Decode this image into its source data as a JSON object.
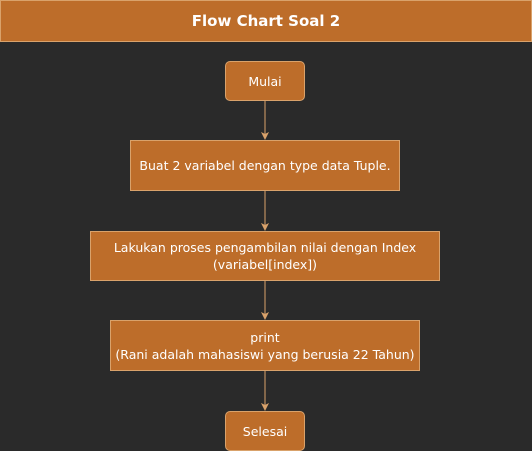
{
  "diagram": {
    "title": "Flow Chart Soal 2",
    "nodes": [
      {
        "id": "start",
        "lines": [
          "Mulai"
        ]
      },
      {
        "id": "step1",
        "lines": [
          "Buat 2 variabel dengan type data Tuple."
        ]
      },
      {
        "id": "step2",
        "lines": [
          "Lakukan proses pengambilan nilai dengan Index",
          "(variabel[index])"
        ]
      },
      {
        "id": "step3",
        "lines": [
          "print",
          "(Rani adalah mahasiswi yang berusia 22 Tahun)"
        ]
      },
      {
        "id": "end",
        "lines": [
          "Selesai"
        ]
      }
    ]
  },
  "colors": {
    "background": "#2a2a2a",
    "node_fill": "#bd6d2a",
    "node_border": "#d9a26b",
    "connector": "#d9a26b",
    "text": "#ffffff"
  }
}
